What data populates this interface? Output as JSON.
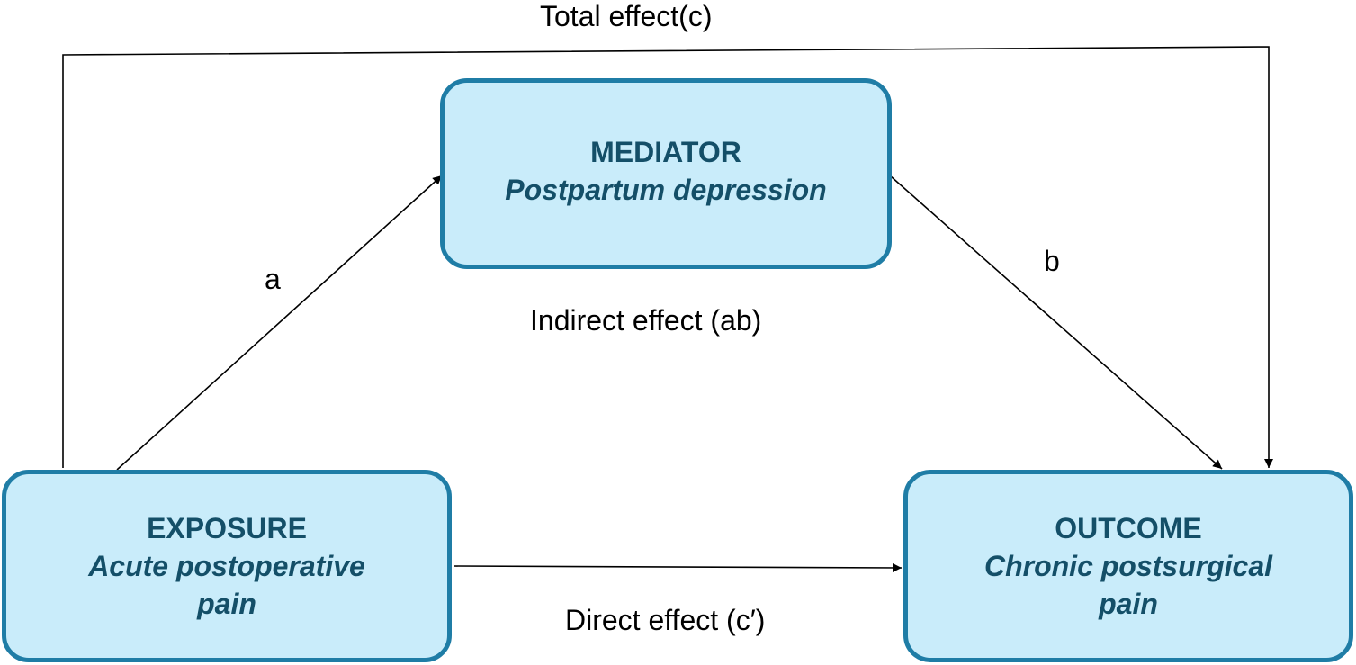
{
  "nodes": {
    "mediator": {
      "heading": "MEDIATOR",
      "name": "Postpartum depression"
    },
    "exposure": {
      "heading": "EXPOSURE",
      "name": "Acute postoperative pain"
    },
    "outcome": {
      "heading": "OUTCOME",
      "name": "Chronic postsurgical pain"
    }
  },
  "paths": {
    "total": "Total effect(c)",
    "a": "a",
    "b": "b",
    "indirect": "Indirect effect (ab)",
    "direct": "Direct effect (c′)"
  },
  "colors": {
    "box_fill": "#c9ecfa",
    "box_border": "#1f7da6",
    "box_text": "#144f68",
    "arrow": "#000000"
  }
}
